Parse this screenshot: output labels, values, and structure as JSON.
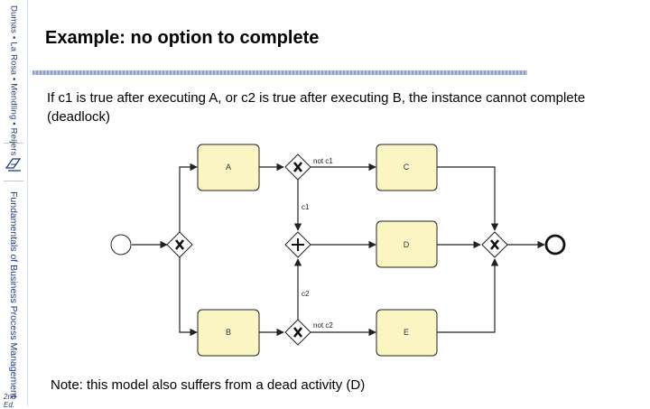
{
  "sidebar": {
    "top_text": "Dumas • La Rosa • Mendling • Reijers",
    "main_text": "Fundamentals of Business Process Management",
    "edition": "2nd Ed."
  },
  "slide": {
    "title": "Example: no option to complete",
    "body": "If c1 is true after executing A, or c2 is true after executing B, the instance cannot complete (deadlock)",
    "note": "Note: this model also suffers from a dead activity (D)"
  },
  "diagram": {
    "tasks": {
      "a": "A",
      "b": "B",
      "c": "C",
      "d": "D",
      "e": "E"
    },
    "edge_labels": {
      "not_c1": "not c1",
      "c1": "c1",
      "c2": "c2",
      "not_c2": "not c2"
    },
    "colors": {
      "task_fill": "#fbf5c4",
      "stroke": "#222222"
    }
  }
}
